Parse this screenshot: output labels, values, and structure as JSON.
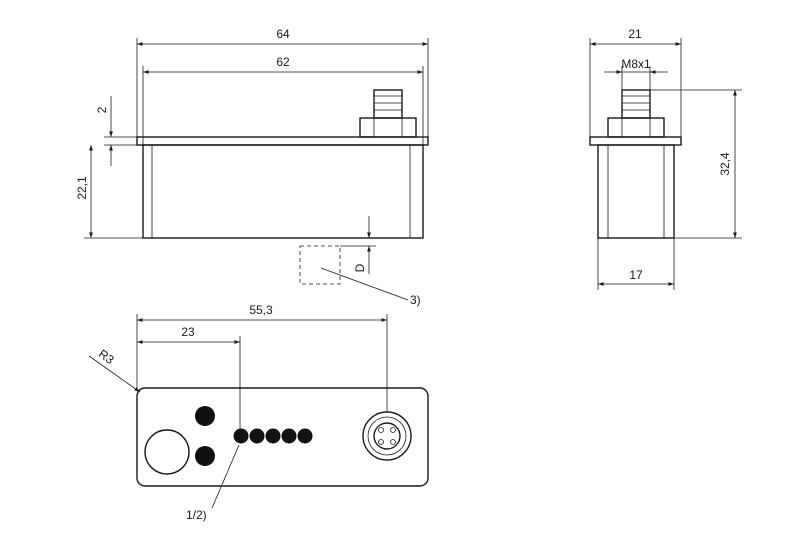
{
  "dimensions": {
    "width_64": "64",
    "width_62": "62",
    "flange_2": "2",
    "height_22_1": "22,1",
    "side_21": "21",
    "thread_m8x1": "M8x1",
    "height_32_4": "32,4",
    "side_17": "17",
    "offset_d": "D",
    "radius_r3": "R3",
    "connector_55_3": "55,3",
    "led_23": "23"
  },
  "callouts": {
    "note_3": "3)",
    "note_1_2": "1/2)"
  },
  "led_count": 5,
  "colors": {
    "line": "#1a1a1a",
    "led": "#111111",
    "background": "#ffffff"
  }
}
